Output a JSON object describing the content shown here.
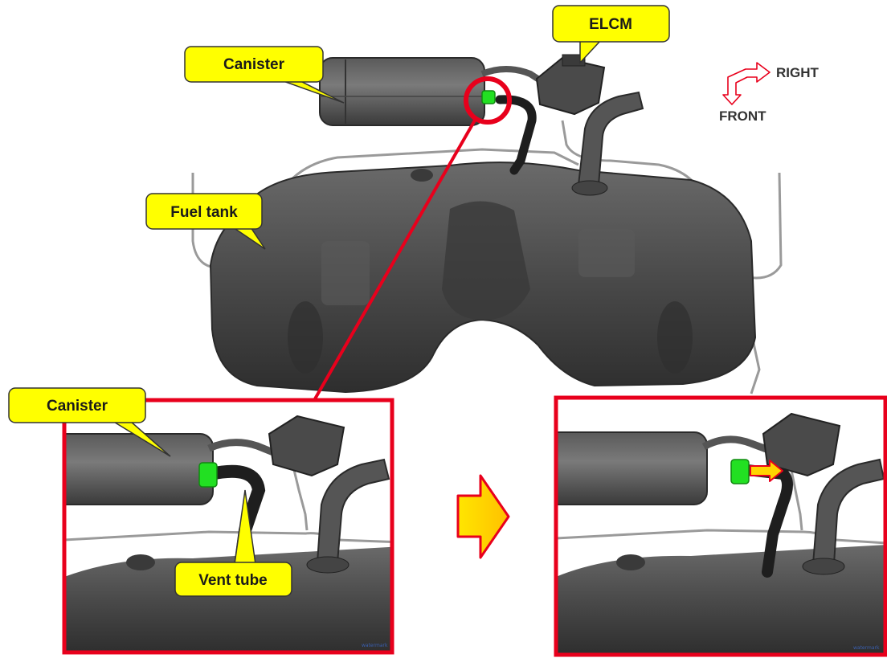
{
  "labels": {
    "canister_top": "Canister",
    "elcm": "ELCM",
    "fuel_tank": "Fuel tank",
    "canister_inset": "Canister",
    "vent_tube": "Vent tube"
  },
  "direction": {
    "right": "RIGHT",
    "front": "FRONT"
  },
  "colors": {
    "callout_fill": "#ffff00",
    "highlight_red": "#e8001c",
    "connector_green": "#22e022",
    "flow_arrow": "#ffd400",
    "tank_gray": "#4a4a4a"
  },
  "icons": {
    "direction_indicator": "right-front-arrow-icon",
    "transition_arrow": "right-arrow-icon"
  }
}
